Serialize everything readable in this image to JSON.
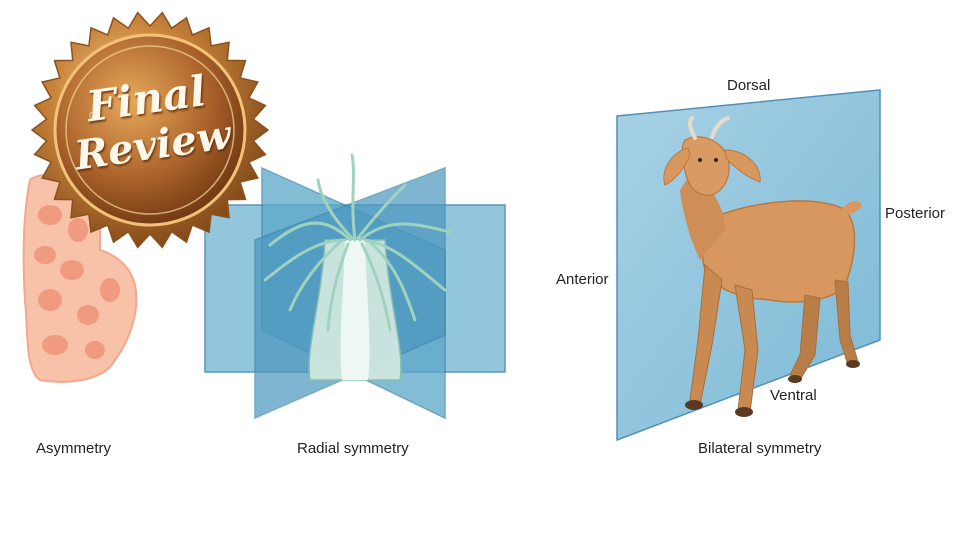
{
  "badge": {
    "line1": "Final",
    "line2": "Review"
  },
  "panels": {
    "asymmetry": {
      "caption": "Asymmetry"
    },
    "radial": {
      "caption": "Radial symmetry"
    },
    "bilateral": {
      "caption": "Bilateral symmetry",
      "labels": {
        "dorsal": "Dorsal",
        "posterior": "Posterior",
        "anterior": "Anterior",
        "ventral": "Ventral"
      }
    }
  },
  "colors": {
    "plane": "#5aa6c8",
    "plane_edge": "#3f86ad",
    "sponge": "#f7c2a8",
    "sponge_spots": "#f09a7f",
    "goat": "#d7975f",
    "badge_gold": "#c8833a"
  }
}
